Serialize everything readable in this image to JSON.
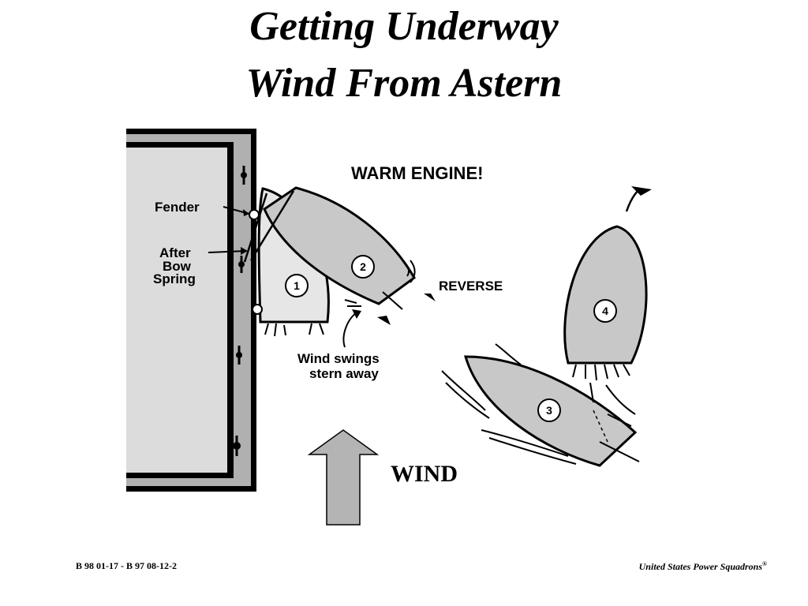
{
  "slide": {
    "title_line1": "Getting Underway",
    "title_line2": "Wind From Astern",
    "footer_left": "B 98 01-17   -   B 97 08-12-2",
    "footer_right": "United States Power Squadrons",
    "footer_mark": "®"
  },
  "diagram": {
    "warm_engine": "WARM ENGINE!",
    "fender": "Fender",
    "after_bow_line1": "After",
    "after_bow_line2": "Bow",
    "after_bow_line3": "Spring",
    "reverse": "REVERSE",
    "wind_swings_line1": "Wind swings",
    "wind_swings_line2": "stern away",
    "wind": "WIND",
    "boat_labels": [
      "1",
      "2",
      "3",
      "4"
    ]
  },
  "colors": {
    "boat_fill": "#c8c8c8",
    "boat1_fill": "#e6e6e6",
    "dock_fill": "#dcdcdc",
    "arrow_fill": "#b4b4b4"
  }
}
